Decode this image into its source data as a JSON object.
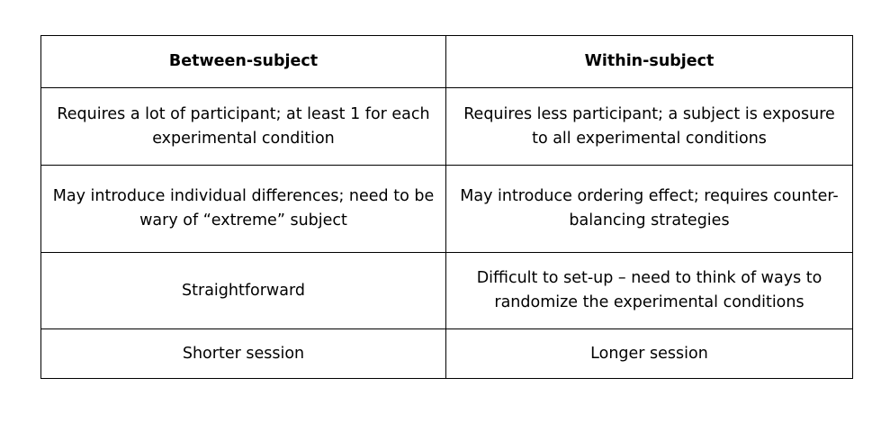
{
  "table": {
    "headers": [
      "Between-subject",
      "Within-subject"
    ],
    "rows": [
      [
        "Requires a lot of participant; at least 1 for each experimental condition",
        "Requires less participant; a subject is exposure to all experimental conditions"
      ],
      [
        "May introduce individual differences; need to be wary of “extreme” subject",
        "May introduce ordering effect; requires counter-balancing strategies"
      ],
      [
        "Straightforward",
        "Difficult to set-up – need to think of ways to randomize the experimental conditions"
      ],
      [
        "Shorter session",
        "Longer session"
      ]
    ]
  }
}
